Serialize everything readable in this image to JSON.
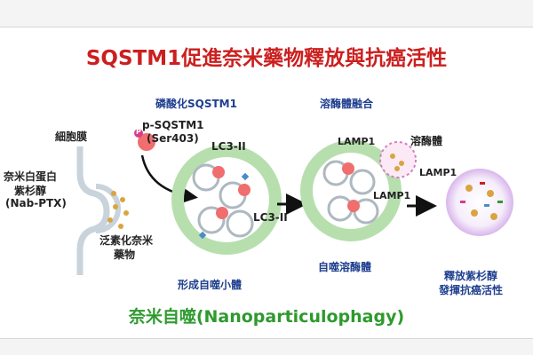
{
  "title": "SQSTM1促進奈米藥物釋放與抗癌活性",
  "labels": {
    "phosphorylation": "磷酸化SQSTM1",
    "lysosome_fusion": "溶酶體融合",
    "cell_membrane": "細胞膜",
    "p_sqstm1": "p-SQSTM1",
    "ser403": "(Ser403)",
    "nab_ptx_line1": "奈米白蛋白",
    "nab_ptx_line2": "紫杉醇",
    "nab_ptx_line3": "(Nab-PTX)",
    "ub_drug_line1": "泛素化奈米",
    "ub_drug_line2": "藥物",
    "lc3_a": "LC3-II",
    "lc3_b": "LC3-II",
    "lamp1_a": "LAMP1",
    "lamp1_b": "LAMP1",
    "lamp1_c": "LAMP1",
    "lysosome": "溶酶體",
    "autophagosome": "形成自噬小體",
    "autolysosome": "自噬溶酶體",
    "release_line1": "釋放紫杉醇",
    "release_line2": "發揮抗癌活性",
    "p_mark": "P"
  },
  "footer": "奈米自噬(Nanoparticulophagy)",
  "colors": {
    "title": "#cc1f1f",
    "blue_label": "#1f3f8f",
    "green_label": "#2e9a2e",
    "green_ring": "#b7dfae",
    "sqstm1": "#f06e6e",
    "phospho": "#d63d8a",
    "drug": "#d9a441",
    "lc3": "#4a8cc9",
    "lysosome": "#d67cc0"
  }
}
